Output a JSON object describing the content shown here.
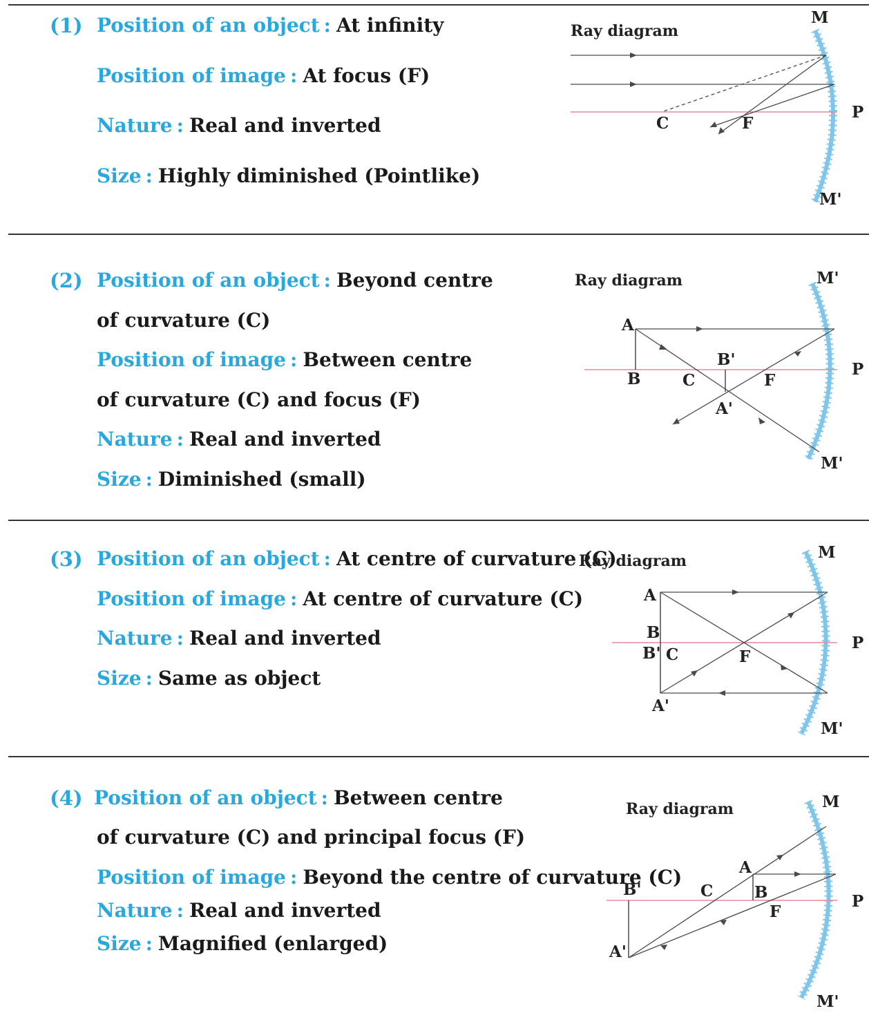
{
  "colors": {
    "accent": "#2aa8de",
    "axis": "#e58a98",
    "mirror": "#7fc6ea",
    "ray": "#4a4a4a"
  },
  "cases": [
    {
      "number": "(1)",
      "object_label": "Position of an object",
      "object_value": "At infinity",
      "object_cont": "",
      "image_label": "Position of image",
      "image_value": "At focus (F)",
      "image_cont": "",
      "nature_label": "Nature",
      "nature_value": "Real and inverted",
      "size_label": "Size",
      "size_value": "Highly diminished (Pointlike)",
      "diagram": {
        "title": "Ray diagram",
        "label_M": "M",
        "label_M2": "M'",
        "label_P": "P",
        "label_C": "C",
        "label_F": "F"
      }
    },
    {
      "number": "(2)",
      "object_label": "Position of an object",
      "object_value": "Beyond centre",
      "object_cont": "of curvature (C)",
      "image_label": "Position of image",
      "image_value": "Between centre",
      "image_cont": "of curvature (C) and focus (F)",
      "nature_label": "Nature",
      "nature_value": "Real and inverted",
      "size_label": "Size",
      "size_value": "Diminished (small)",
      "diagram": {
        "title": "Ray diagram",
        "label_M": "M'",
        "label_M2": "M'",
        "label_P": "P",
        "label_A": "A",
        "label_B": "B",
        "label_C": "C",
        "label_F": "F",
        "label_A2": "A'",
        "label_B2": "B'"
      }
    },
    {
      "number": "(3)",
      "object_label": "Position of an object",
      "object_value": "At centre of curvature (C)",
      "object_cont": "",
      "image_label": "Position of image",
      "image_value": "At centre of curvature (C)",
      "image_cont": "",
      "nature_label": "Nature",
      "nature_value": "Real and inverted",
      "size_label": "Size",
      "size_value": "Same as object",
      "diagram": {
        "title": "Ray diagram",
        "label_M": "M",
        "label_M2": "M'",
        "label_P": "P",
        "label_A": "A",
        "label_B": "B",
        "label_B2": "B'",
        "label_C": "C",
        "label_F": "F",
        "label_A2": "A'"
      }
    },
    {
      "number": "(4)",
      "object_label": "Position of an object",
      "object_value": "Between centre",
      "object_cont": "of curvature (C) and principal focus (F)",
      "image_label": "Position of image",
      "image_value": "Beyond the centre of curvature (C)",
      "image_cont": "",
      "nature_label": "Nature",
      "nature_value": "Real and inverted",
      "size_label": "Size",
      "size_value": "Magnified (enlarged)",
      "diagram": {
        "title": "Ray diagram",
        "label_M": "M",
        "label_M2": "M'",
        "label_P": "P",
        "label_A": "A",
        "label_B": "B",
        "label_C": "C",
        "label_F": "F",
        "label_A2": "A'",
        "label_B2": "B'"
      }
    }
  ]
}
